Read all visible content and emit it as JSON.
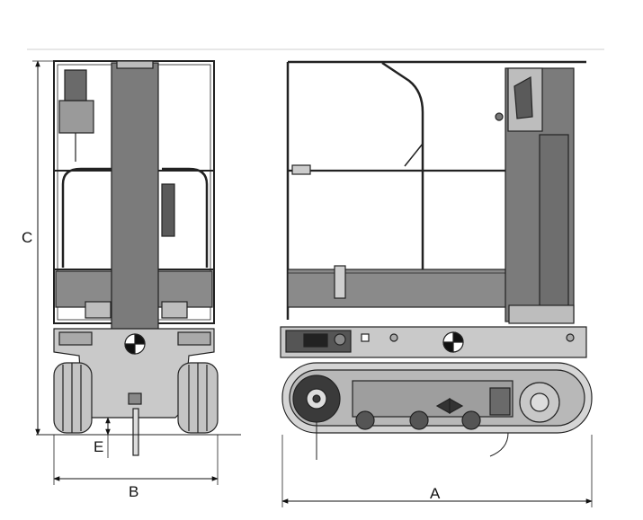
{
  "labels": {
    "a": "A",
    "b": "B",
    "c": "C",
    "e": "E"
  },
  "colors": {
    "background": "#ffffff",
    "line": "#222222",
    "mast": "#7b7b7b",
    "body_light": "#c9c9c9",
    "body_mid": "#a9a9a9",
    "dark": "#3a3a3a"
  }
}
